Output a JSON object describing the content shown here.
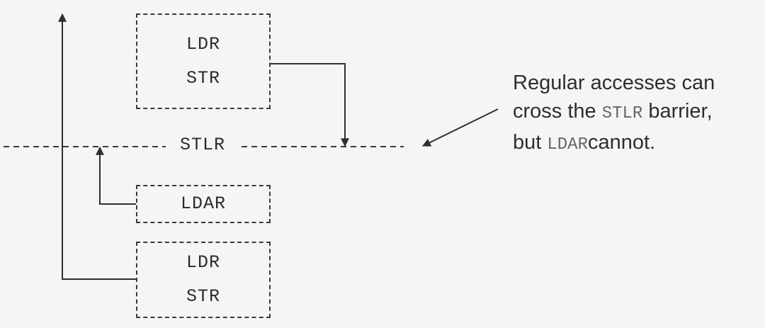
{
  "diagram": {
    "barrier_label": "STLR",
    "top_box": {
      "line1": "LDR",
      "line2": "STR"
    },
    "ldar_box": {
      "label": "LDAR"
    },
    "bottom_box": {
      "line1": "LDR",
      "line2": "STR"
    },
    "note": {
      "line1": "Regular accesses can",
      "line2_prefix": "cross the ",
      "line2_code": "STLR",
      "line2_suffix": " barrier,",
      "line3_prefix": "but ",
      "line3_code": "LDAR",
      "line3_suffix": "cannot."
    },
    "colors": {
      "background": "#f5f5f5",
      "line": "#3a3a3a",
      "text": "#2e2e2e",
      "code": "#666666"
    }
  }
}
